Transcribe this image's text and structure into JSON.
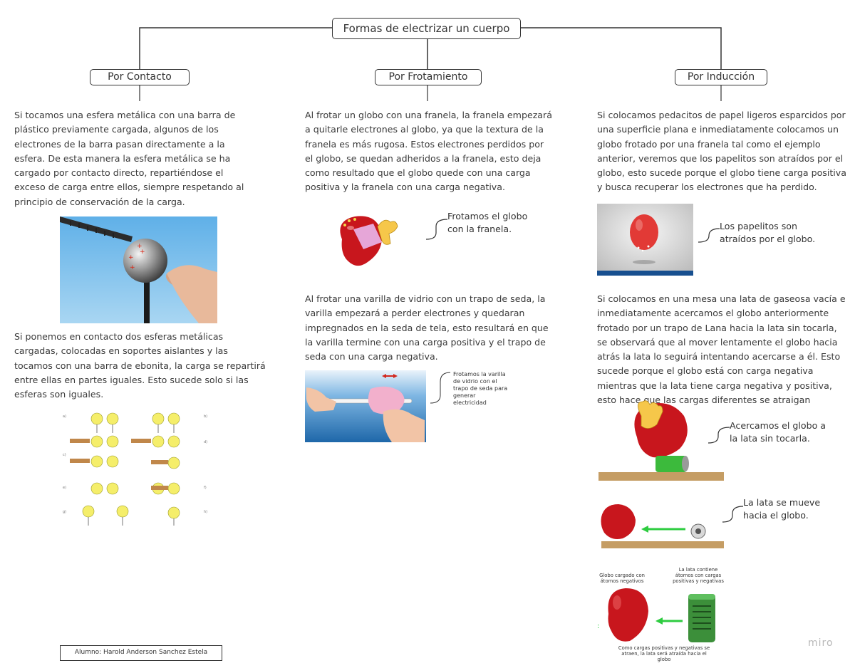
{
  "central_node": "Formas de electrizar un cuerpo",
  "branches": [
    {
      "title": "Por Contacto",
      "paragraphs": [
        " Si tocamos una esfera metálica con una barra de plástico previamente cargada, algunos de los electrones de la barra pasan directamente a la esfera. De esta manera la esfera metálica se ha cargado por contacto directo, repartiéndose el exceso de carga entre ellos, siempre respetando al principio de conservación de la carga.",
        " Si ponemos en contacto dos esferas metálicas cargadas, colocadas en soportes aislantes y las tocamos con una barra de ebonita, la carga se repartirá entre ellas en partes iguales. Esto sucede solo si las esferas son iguales."
      ]
    },
    {
      "title": "Por Frotamiento",
      "paragraphs": [
        "Al frotar un globo con una franela, la franela empezará a quitarle electrones al globo, ya que la textura de la franela es más rugosa. Estos electrones perdidos por el globo, se quedan adheridos a la franela, esto deja como resultado que el globo quede con una carga positiva y la franela con una carga negativa.",
        "Al frotar una varilla de vidrio con un trapo de seda, la varilla empezará a perder electrones y quedaran impregnados en la seda de tela, esto resultará en que la varilla termine con una carga positiva y el trapo de seda con una carga negativa."
      ],
      "notes": [
        "Frotamos el globo con la franela.",
        "Frotamos la varilla de vidrio con el trapo de seda para generar electricidad"
      ]
    },
    {
      "title": "Por Inducción",
      "paragraphs": [
        "Si colocamos pedacitos de papel ligeros esparcidos por una superficie plana e inmediatamente colocamos un globo frotado por una franela tal como el ejemplo anterior, veremos que los papelitos son atraídos por el globo, esto sucede porque el globo tiene carga positiva y busca recuperar los electrones que ha perdido.",
        "Si colocamos en una mesa una lata de gaseosa vacía e inmediatamente acercamos el globo anteriormente frotado por un trapo de Lana hacia la lata sin tocarla, se observará que al mover lentamente el globo hacia atrás la lata lo seguirá intentando acercarse a él. Esto sucede porque el globo está con carga negativa mientras que la lata tiene carga negativa y positiva, esto hace que las cargas diferentes se atraigan"
      ],
      "notes": [
        "Los papelitos son atraídos por el globo.",
        "Acercamos el globo a la lata sin tocarla.",
        "La lata se mueve hacia el globo."
      ],
      "diagram_labels": {
        "balloon": "Globo cargado con átomos negativos",
        "can": "La lata contiene átomos con cargas positivas y negativas",
        "bottom": "Como cargas positivas y negativas se atraen, la lata será atraída hacia el globo"
      }
    }
  ],
  "footer": {
    "author": "Alumno: Harold Anderson Sanchez Estela",
    "watermark": "miro"
  },
  "colors": {
    "line": "#333333",
    "balloon": "#c8161d",
    "arrow": "#2ecc40",
    "bar": "#b98e53"
  }
}
